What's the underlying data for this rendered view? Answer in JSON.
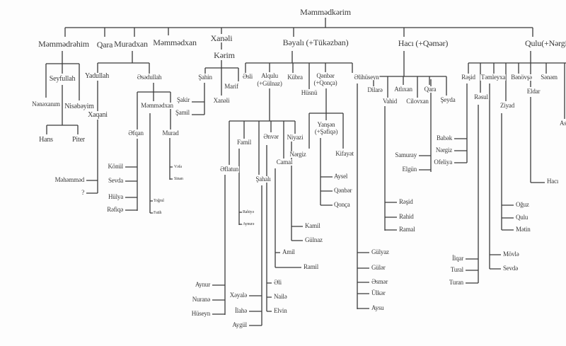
{
  "title": "Məmmədkərim",
  "people": [
    "Məmmədkərim",
    "Məmmədrəhim",
    "Qara",
    "Muradxan",
    "Məmmədxan",
    "Xanəli",
    "Kərim",
    "Bəyalı (+Tükəzban)",
    "Hacı (+Qəmər)",
    "Qulu(+Nərgiz",
    "Seyfullah",
    "Nənəxanım",
    "Nisəbəyim",
    "Hans",
    "Piter",
    "Yadullah",
    "Xaqani",
    "Məhəmməd",
    "?",
    "Əsədullah",
    "Məmmədxan",
    "Əfqan",
    "Murad",
    "Könül",
    "Sevda",
    "Hülya",
    "Rəfiqə",
    "Vəfa",
    "Sinan",
    "Toğrul",
    "Fatih",
    "Şahin",
    "Şakir",
    "Şamil",
    "Xanəli",
    "Marif",
    "Əsli",
    "Alqulu",
    "(+Gülnaz)",
    "Kübra",
    "Hüsnü",
    "Qənbər",
    "(+Qonça)",
    "Əlihüseyn",
    "Əflatun",
    "Famil",
    "Şahalı",
    "Ənvər",
    "Camal",
    "Niyazi",
    "Rahiyə",
    "Aynurə",
    "Aynur",
    "Nuranə",
    "Hüseyn",
    "Xəyalə",
    "İlahə",
    "Aygül",
    "Əli",
    "Nailə",
    "Elvin",
    "Amil",
    "Ramil",
    "Kamil",
    "Gülnaz",
    "Yanşən",
    "(+Şəfiqə)",
    "Nərgiz",
    "Kifayət",
    "Aysel",
    "Qənbər",
    "Qonça",
    "Gülyaz",
    "Gülər",
    "Əsmər",
    "Ülkər",
    "Aysu",
    "Dilarə",
    "Vahid",
    "Atlıxan",
    "Cilovxan",
    "Qara",
    "Şeyda",
    "Rəşid",
    "Rahid",
    "Ramal",
    "Samuray",
    "Elgün",
    "Rəşid",
    "Rəsul",
    "Təmleyxa",
    "Ziyad",
    "Bənövşə",
    "Eldar",
    "Sənəm",
    "Asiy",
    "Babək",
    "Nərgiz",
    "Ofeliya",
    "İlqar",
    "Tural",
    "Turan",
    "Mövlə",
    "Sevdə",
    "Oğuz",
    "Qulu",
    "Mətin",
    "Hacı"
  ]
}
